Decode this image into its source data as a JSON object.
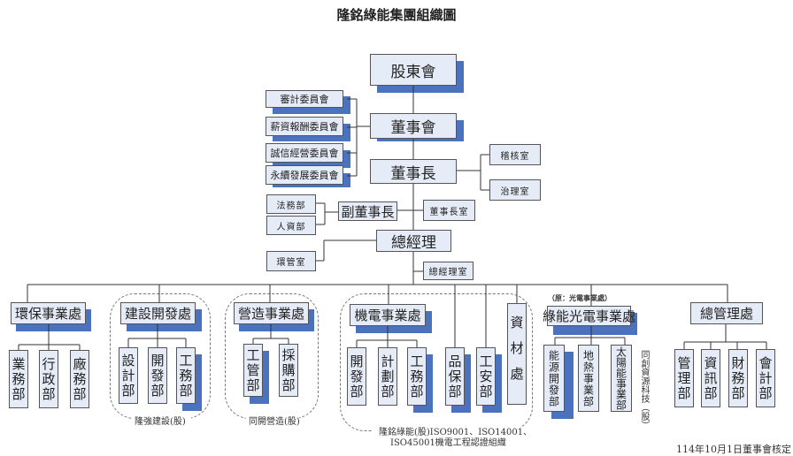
{
  "title": "隆銘綠能集團組織圖",
  "top": {
    "shareholders": "股東會",
    "board": "董事會",
    "chairman": "董事長",
    "vice_chairman": "副董事長",
    "general_manager": "總經理"
  },
  "committees": [
    "審計委員會",
    "薪資報酬委員會",
    "誠信經營委員會",
    "永續發展委員會"
  ],
  "chairman_units": [
    "稽核室",
    "治理室"
  ],
  "vice_units": [
    "法務部",
    "人資部"
  ],
  "chairman_office": "董事長室",
  "env_office": "環管室",
  "gm_office": "總經理室",
  "divisions": {
    "env": {
      "name": "環保事業處",
      "depts": [
        "業務部",
        "行政部",
        "廠務部"
      ]
    },
    "construction_dev": {
      "name": "建設開發處",
      "depts": [
        "設計部",
        "開發部",
        "工務部"
      ],
      "group_note": "隆強建設(股)"
    },
    "construction": {
      "name": "營造事業處",
      "depts": [
        "工管部",
        "採購部"
      ],
      "group_note": "同開營造(股)"
    },
    "mep": {
      "name": "機電事業處",
      "depts": [
        "開發部",
        "計劃部",
        "工務部"
      ]
    },
    "qa": "品保部",
    "safety": "工安部",
    "materials": "資材處",
    "mep_group_note_1": "隆銘綠能(股)ISO9001、ISO14001、",
    "mep_group_note_2": "ISO45001機電工程認證組織",
    "green": {
      "name": "綠能光電事業處",
      "former": "（原：光電事業處）",
      "depts": [
        "能源開發部",
        "地熱事業部",
        "太陽能事業部"
      ],
      "side_note": "同創資源科技（股）"
    },
    "admin": {
      "name": "總管理處",
      "depts": [
        "管理部",
        "資訊部",
        "財務部",
        "會計部"
      ]
    }
  },
  "footer": "114年10月1日董事會核定",
  "colors": {
    "box_fill": "#e6ecf7",
    "box_border": "#555555",
    "shadow": "#4a72bd",
    "line": "#333333"
  }
}
